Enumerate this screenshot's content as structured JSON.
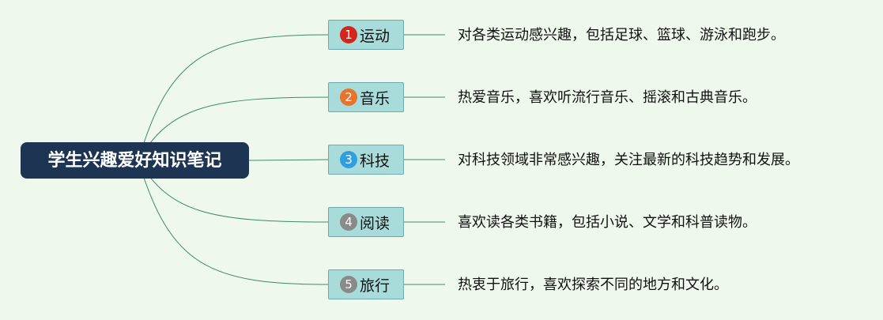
{
  "root": {
    "title": "学生兴趣爱好知识笔记"
  },
  "topics": [
    {
      "number": "1",
      "label": "运动",
      "note": "对各类运动感兴趣，包括足球、篮球、游泳和跑步。",
      "badge_color": "#d3261c"
    },
    {
      "number": "2",
      "label": "音乐",
      "note": "热爱音乐，喜欢听流行音乐、摇滚和古典音乐。",
      "badge_color": "#e8732c"
    },
    {
      "number": "3",
      "label": "科技",
      "note": "对科技领域非常感兴趣，关注最新的科技趋势和发展。",
      "badge_color": "#2f9fe0"
    },
    {
      "number": "4",
      "label": "阅读",
      "note": "喜欢读各类书籍，包括小说、文学和科普读物。",
      "badge_color": "#8a8a8a"
    },
    {
      "number": "5",
      "label": "旅行",
      "note": "热衷于旅行，喜欢探索不同的地方和文化。",
      "badge_color": "#8a8a8a"
    }
  ],
  "colors": {
    "background": "#eef8ec",
    "root_fill": "#1d3452",
    "topic_fill": "#a8dcda",
    "topic_border": "#6fa9ad",
    "connector": "#3e8a6c"
  }
}
